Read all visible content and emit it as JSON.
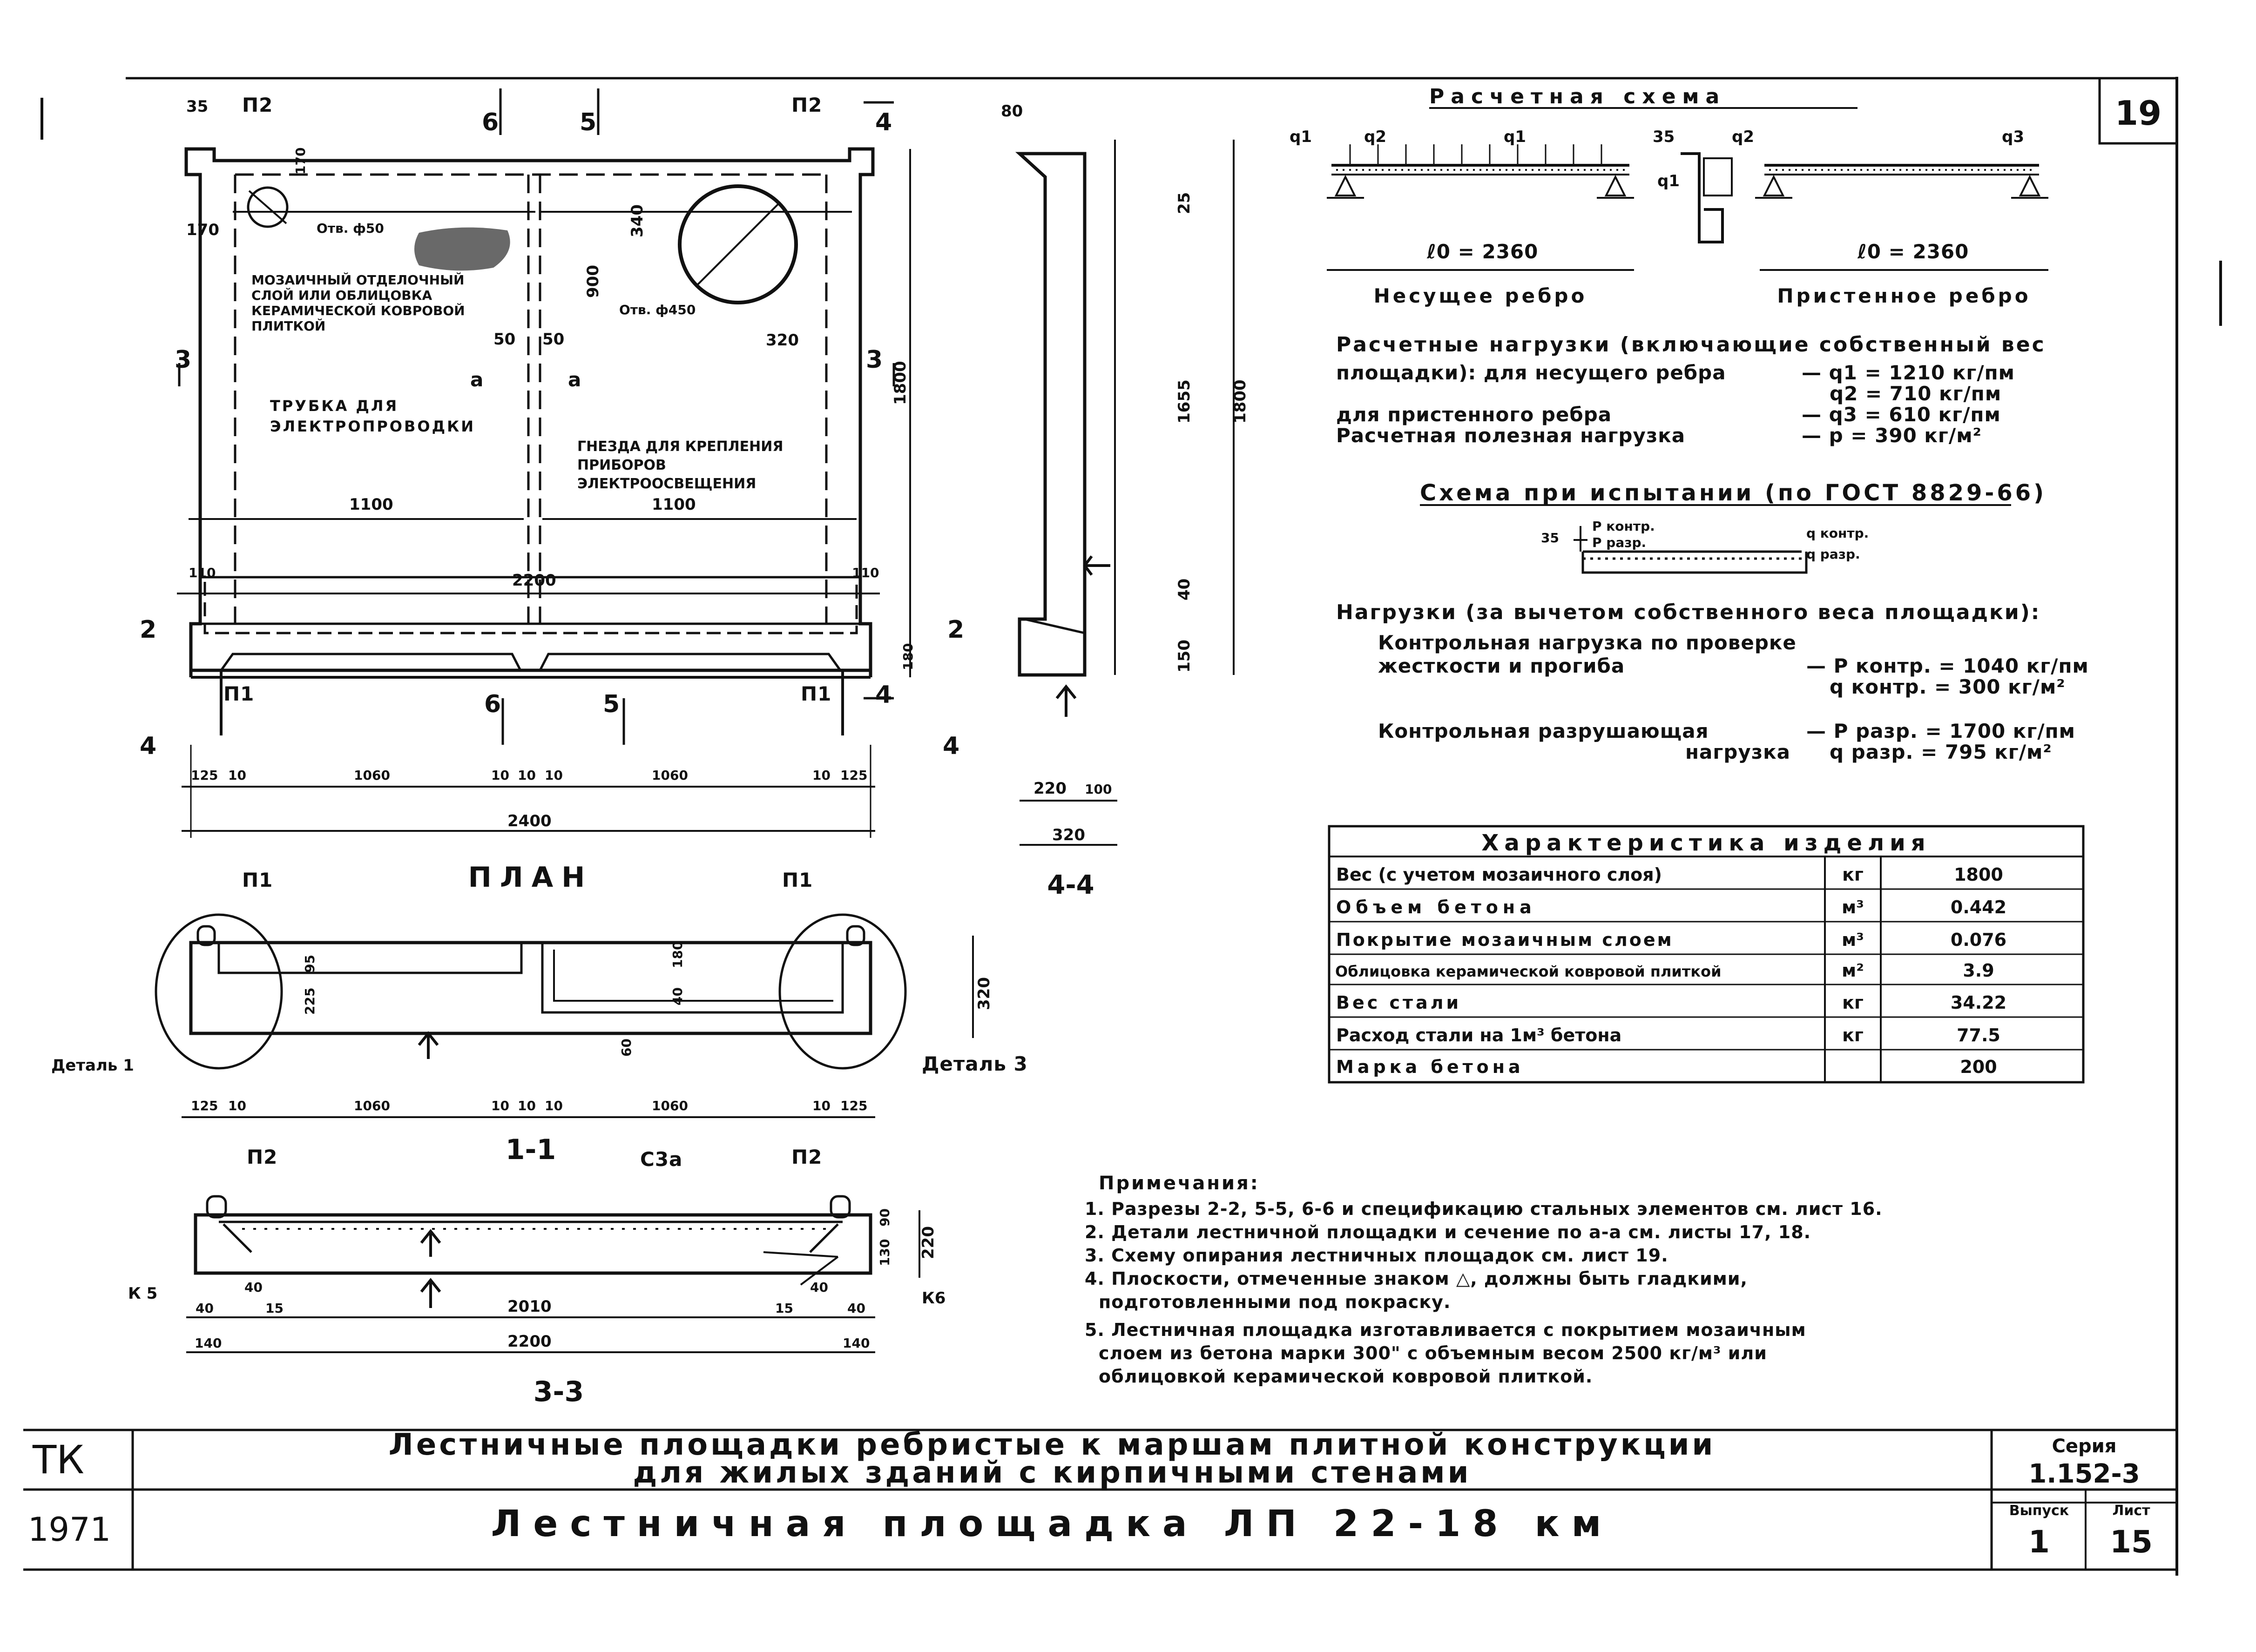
{
  "sheet_number": "19",
  "stamp": {
    "tk": "ТК",
    "year": "1971"
  },
  "title_block": {
    "title_line1": "Лестничные площадки ребристые к маршам плитной конструкции",
    "title_line2": "для жилых зданий с кирпичными стенами",
    "product_title": "Лестничная площадка ЛП 22-18 км",
    "series_label": "Серия",
    "series_value": "1.152-3",
    "issue_label": "Выпуск",
    "issue_value": "1",
    "sheet_label": "Лист",
    "sheet_value": "15"
  },
  "plan": {
    "caption": "План",
    "cut_marks": [
      "6",
      "5",
      "6",
      "5",
      "4",
      "4",
      "4",
      "4",
      "3",
      "3",
      "2",
      "2"
    ],
    "labels": {
      "p1_left": "П1",
      "p1_right": "П1",
      "p2_left": "П2",
      "p2_right": "П2",
      "hole_small": "Отв. ф50",
      "hole_large": "Отв. ф450",
      "mosaic": "Мозаичный отделочный слой или облицовка керамической ковровой плиткой",
      "tube": "Трубка для электропроводки",
      "socket": "Гнезда для крепления приборов электроосвещения",
      "alpha_left": "а",
      "alpha_right": "а"
    },
    "dims": {
      "d35": "35",
      "d170": "170",
      "d340": "340",
      "d900": "900",
      "d50a": "50",
      "d50b": "50",
      "d320": "320",
      "d1100a": "1100",
      "d1100b": "1100",
      "d2200": "2200",
      "d1800": "1800",
      "d110a": "110",
      "d110b": "110",
      "d180": "180",
      "row": [
        "125",
        "10",
        "1060",
        "10",
        "10",
        "10",
        "1060",
        "10",
        "125"
      ],
      "d2400": "2400"
    }
  },
  "section_44": {
    "caption": "4-4",
    "dims": {
      "d80": "80",
      "d25": "25",
      "d1655": "1655",
      "d1800": "1800",
      "d40": "40",
      "d150": "150",
      "d220": "220",
      "d100": "100",
      "d320": "320"
    }
  },
  "section_11": {
    "caption": "1-1",
    "labels": {
      "p1_left": "П1",
      "p1_right": "П1",
      "detail1": "Деталь 1",
      "detail3": "Деталь 3"
    },
    "dims": {
      "d95": "95",
      "d225": "225",
      "d180": "180",
      "d40": "40",
      "d10": "10",
      "d320": "320",
      "d60": "60",
      "row": [
        "125",
        "10",
        "1060",
        "10",
        "10",
        "10",
        "1060",
        "10",
        "125"
      ]
    }
  },
  "section_33": {
    "caption": "3-3",
    "labels": {
      "p2_left": "П2",
      "p2_right": "П2",
      "c3a": "С3а",
      "k5_left": "К 5",
      "k6_right": "К6"
    },
    "dims": {
      "d130": "130",
      "d90": "90",
      "d220": "220",
      "d40a": "40",
      "d40b": "40",
      "d40c": "40",
      "d40d": "40",
      "d15a": "15",
      "d15b": "15",
      "d2010": "2010",
      "d140a": "140",
      "d140b": "140",
      "d2200": "2200"
    }
  },
  "scheme": {
    "title": "Расчетная схема",
    "q1": "q1",
    "q2": "q2",
    "q1b": "q1",
    "q2b": "q2",
    "q3": "q3",
    "q1c": "q1",
    "d35": "35",
    "span_left": "ℓ0 = 2360",
    "span_right": "ℓ0 = 2360",
    "label_left": "Несущее ребро",
    "label_right": "Пристенное ребро"
  },
  "loads": {
    "title": "Расчетные нагрузки (включающие собственный вес",
    "line2": "площадки): для несущего ребра",
    "q1": "— q1 = 1210 кг/пм",
    "q2": "q2 = 710 кг/пм",
    "line3": "для пристенного ребра",
    "q3": "— q3 = 610 кг/пм",
    "line4": "Расчетная полезная нагрузка",
    "p": "— p = 390 кг/м²"
  },
  "test": {
    "title": "Схема при испытании (по ГОСТ 8829-66)",
    "d35": "35",
    "p_contr": "P контр.",
    "p_razr": "P разр.",
    "q_contr": "q контр.",
    "q_razr": "q разр."
  },
  "test_loads": {
    "title": "Нагрузки (за вычетом собственного веса площадки):",
    "l1": "Контрольная нагрузка по проверке",
    "l2": "жесткости и прогиба",
    "v1": "— P контр. = 1040 кг/пм",
    "v2": "q контр. = 300 кг/м²",
    "l3": "Контрольная разрушающая",
    "l4": "нагрузка",
    "v3": "— P разр. = 1700 кг/пм",
    "v4": "q разр. = 795 кг/м²"
  },
  "characteristics": {
    "title": "Характеристика изделия",
    "rows": [
      {
        "name": "Вес (с учетом мозаичного слоя)",
        "unit": "кг",
        "value": "1800"
      },
      {
        "name": "Объем бетона",
        "unit": "м³",
        "value": "0.442"
      },
      {
        "name": "Покрытие мозаичным слоем",
        "unit": "м³",
        "value": "0.076"
      },
      {
        "name": "Облицовка керамической ковровой плиткой",
        "unit": "м²",
        "value": "3.9"
      },
      {
        "name": "Вес стали",
        "unit": "кг",
        "value": "34.22"
      },
      {
        "name": "Расход стали на 1м³ бетона",
        "unit": "кг",
        "value": "77.5"
      },
      {
        "name": "Марка бетона",
        "unit": "",
        "value": "200"
      }
    ]
  },
  "notes": {
    "title": "Примечания:",
    "items": [
      "1. Разрезы 2-2, 5-5, 6-6 и спецификацию стальных элементов см. лист 16.",
      "2. Детали лестничной площадки и сечение по а-а см. листы 17, 18.",
      "3. Схему опирания лестничных площадок см. лист 19.",
      "4. Плоскости, отмеченные знаком △, должны быть гладкими,",
      "подготовленными под покраску.",
      "5. Лестничная площадка изготавливается с покрытием мозаичным",
      "слоем из бетона марки 300\" с объемным весом 2500 кг/м³ или",
      "облицовкой керамической ковровой плиткой."
    ]
  }
}
